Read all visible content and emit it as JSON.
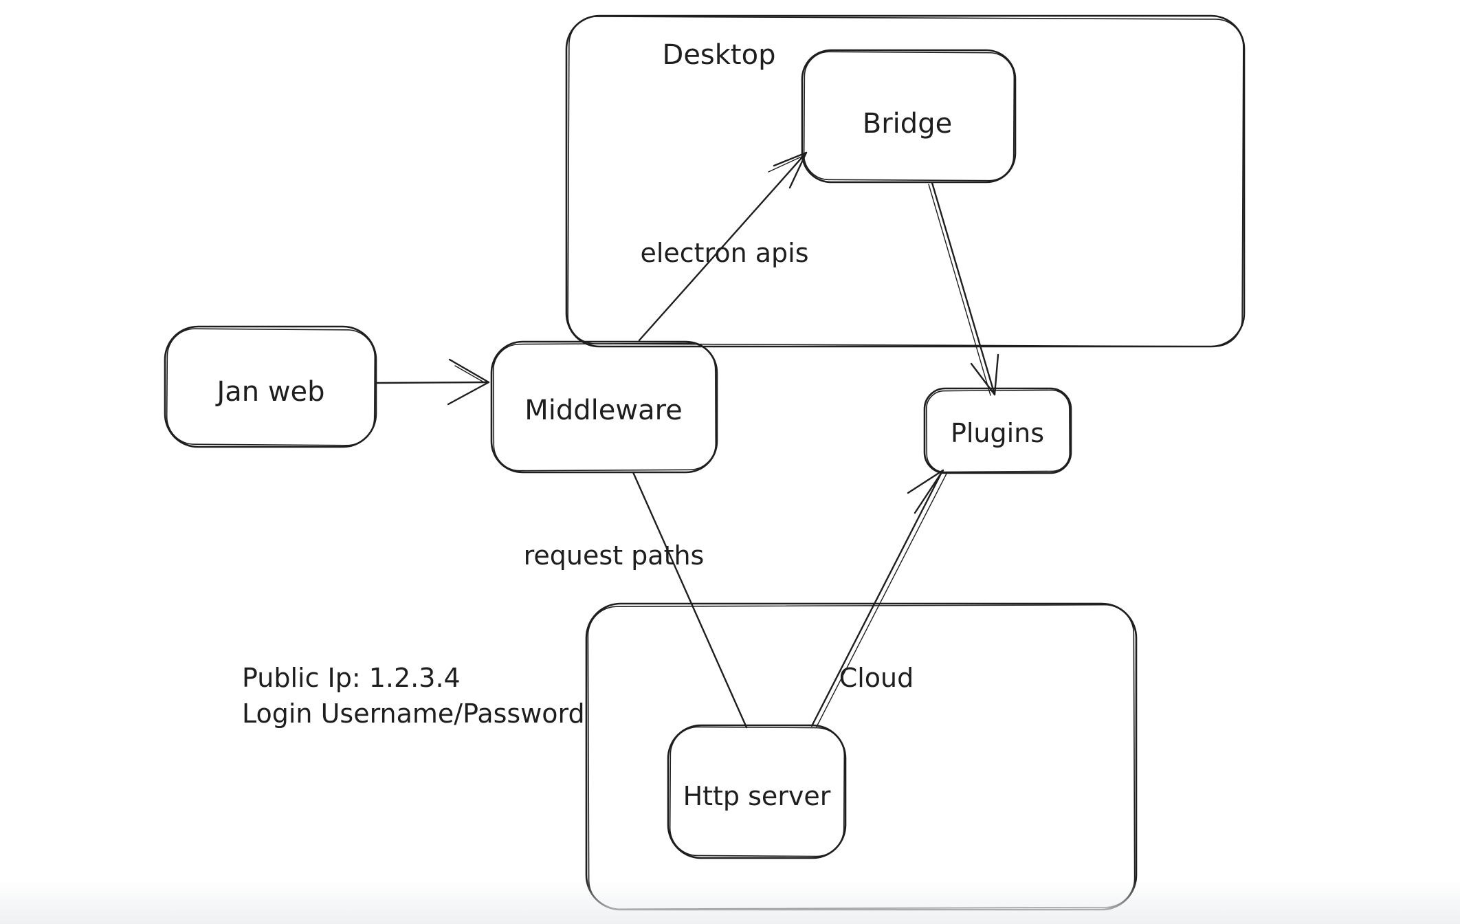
{
  "canvas": {
    "background": "#ffffff",
    "stroke_color": "#1e1e1e"
  },
  "diagram": {
    "containers": [
      {
        "id": "desktop",
        "label": "Desktop"
      },
      {
        "id": "cloud",
        "label": "Cloud"
      }
    ],
    "nodes": [
      {
        "id": "jan-web",
        "label": "Jan web"
      },
      {
        "id": "middleware",
        "label": "Middleware"
      },
      {
        "id": "bridge",
        "label": "Bridge"
      },
      {
        "id": "plugins",
        "label": "Plugins"
      },
      {
        "id": "http-server",
        "label": "Http server"
      }
    ],
    "edges": [
      {
        "id": "janweb-to-middleware",
        "from": "Jan web",
        "to": "Middleware",
        "label": ""
      },
      {
        "id": "middleware-to-bridge",
        "from": "Middleware",
        "to": "Bridge",
        "label": "electron apis"
      },
      {
        "id": "bridge-to-plugins",
        "from": "Bridge",
        "to": "Plugins",
        "label": ""
      },
      {
        "id": "middleware-to-httpserver",
        "from": "Middleware",
        "to": "Http server",
        "label": "request paths"
      },
      {
        "id": "httpserver-to-plugins",
        "from": "Http server",
        "to": "Plugins",
        "label": ""
      }
    ],
    "notes": [
      "Public Ip: 1.2.3.4",
      "Login Username/Password"
    ]
  }
}
